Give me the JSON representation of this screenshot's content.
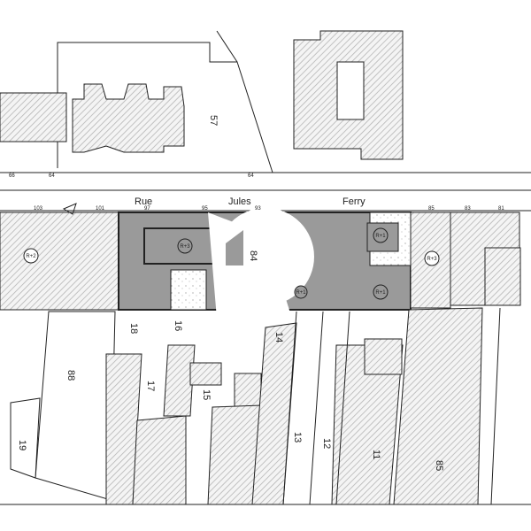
{
  "street": {
    "words": [
      "Rue",
      "Jules",
      "Ferry"
    ]
  },
  "north_numbers": [
    "66",
    "64",
    "64"
  ],
  "south_numbers": [
    "103",
    "101",
    "97",
    "95",
    "93",
    "85",
    "83",
    "81"
  ],
  "parcels": [
    "57",
    "84",
    "18",
    "16",
    "14",
    "88",
    "17",
    "15",
    "13",
    "12",
    "11",
    "85",
    "19"
  ],
  "heights": [
    "R+2",
    "R+3",
    "R+1",
    "R+1",
    "R+3",
    "R+1"
  ],
  "colors": {
    "built": "#9a9a9a",
    "hatch": "#bbbbbb",
    "line": "#222222"
  }
}
